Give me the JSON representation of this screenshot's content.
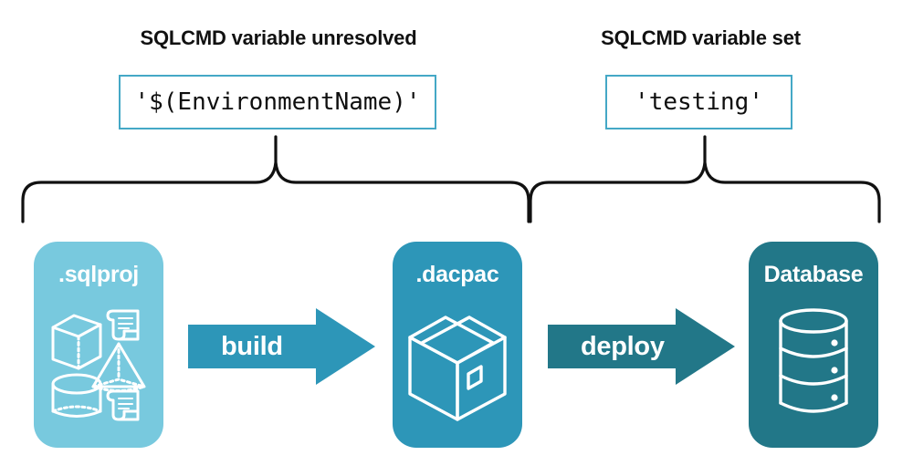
{
  "diagram": {
    "title_left": "SQLCMD variable unresolved",
    "title_right": "SQLCMD variable set",
    "colors": {
      "sqlproj_fill": "#78c9de",
      "dacpac_fill": "#2d96b8",
      "database_fill": "#227788",
      "build_arrow": "#2d96b8",
      "deploy_arrow": "#227788",
      "code_box_border": "#44a8c6",
      "brace_stroke": "#111111",
      "text_dark": "#111111",
      "text_light": "#ffffff"
    },
    "code_boxes": [
      {
        "name": "unresolved-variable",
        "value": "'$(EnvironmentName)'"
      },
      {
        "name": "resolved-variable",
        "value": "'testing'"
      }
    ],
    "braces": [
      {
        "name": "brace-build-scope",
        "spans": "sqlproj-to-dacpac"
      },
      {
        "name": "brace-deploy-scope",
        "spans": "dacpac-to-database"
      }
    ],
    "stages": [
      {
        "id": "sqlproj",
        "label": ".sqlproj",
        "icon": "sql-project-objects-icon",
        "icon_parts": [
          "cube-wireframe",
          "scroll-script-top",
          "pyramid-wireframe",
          "cylinder-wireframe",
          "scroll-script-bottom"
        ]
      },
      {
        "id": "dacpac",
        "label": ".dacpac",
        "icon": "package-box-icon"
      },
      {
        "id": "database",
        "label": "Database",
        "icon": "database-cylinder-icon"
      }
    ],
    "arrows": [
      {
        "id": "build",
        "label": "build",
        "from": "sqlproj",
        "to": "dacpac"
      },
      {
        "id": "deploy",
        "label": "deploy",
        "from": "dacpac",
        "to": "database"
      }
    ]
  }
}
